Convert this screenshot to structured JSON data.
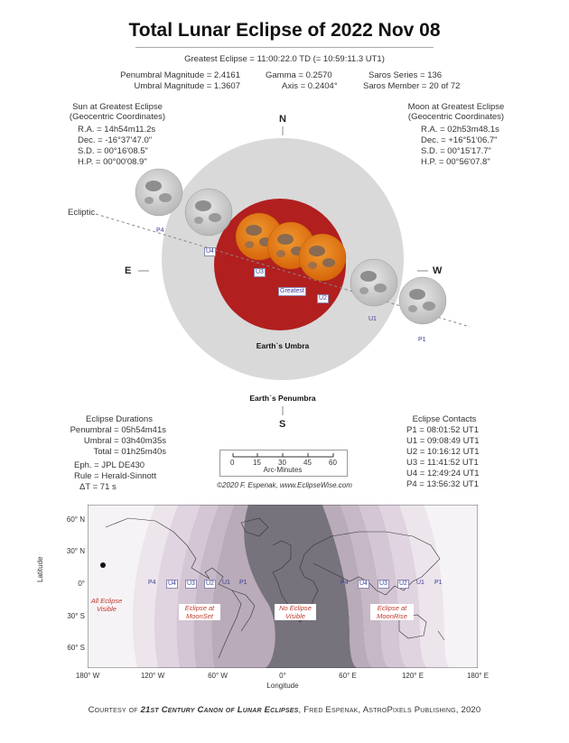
{
  "title": "Total Lunar Eclipse of  2022 Nov 08",
  "greatest_eclipse": "Greatest Eclipse =  11:00:22.0 TD    (= 10:59:11.3 UT1)",
  "params": {
    "penumbral_magnitude": "Penumbral Magnitude = 2.4161",
    "umbral_magnitude": "Umbral Magnitude = 1.3607",
    "gamma": "Gamma = 0.2570",
    "axis": "Axis = 0.2404°",
    "saros_series": "Saros Series = 136",
    "saros_member": "Saros Member = 20 of 72"
  },
  "sun": {
    "heading": "Sun at Greatest Eclipse",
    "sub": "(Geocentric Coordinates)",
    "rows": [
      "R.A. =  14h54m11.2s",
      "Dec. = -16°37'47.0\"",
      "S.D. =  00°16'08.5\"",
      "H.P. =  00°00'08.9\""
    ]
  },
  "moon": {
    "heading": "Moon at Greatest Eclipse",
    "sub": "(Geocentric Coordinates)",
    "rows": [
      "R.A. =  02h53m48.1s",
      "Dec. = +16°51'06.7\"",
      "S.D. =  00°15'17.7\"",
      "H.P. =  00°56'07.8\""
    ]
  },
  "compass": {
    "n": "N",
    "s": "S",
    "e": "E",
    "w": "W"
  },
  "diagram_labels": {
    "ecliptic": "Ecliptic",
    "umbra": "Earth`s Umbra",
    "penumbra": "Earth`s Penumbra",
    "greatest": "Greatest",
    "p4": "P4",
    "u4": "U4",
    "u3": "U3",
    "u2": "U2",
    "u1": "U1",
    "p1": "P1"
  },
  "durations": {
    "heading": "Eclipse Durations",
    "rows": [
      "Penumbral = 05h54m41s",
      "Umbral = 03h40m35s",
      "Total = 01h25m40s"
    ]
  },
  "ephemeris": {
    "eph": "Eph. = JPL DE430",
    "rule": "Rule = Herald-Sinnott",
    "dt": "ΔT =      71 s"
  },
  "scale": {
    "ticks": [
      "0",
      "15",
      "30",
      "45",
      "60"
    ],
    "label": "Arc-Minutes"
  },
  "copyright": "©2020  F. Espenak, www.EclipseWise.com",
  "contacts": {
    "heading": "Eclipse Contacts",
    "rows": [
      "P1 = 08:01:52 UT1",
      "U1 = 09:08:49 UT1",
      "U2 = 10:16:12 UT1",
      "U3 = 11:41:52 UT1",
      "U4 = 12:49:24 UT1",
      "P4 = 13:56:32 UT1"
    ]
  },
  "map": {
    "lat_label": "Latitude",
    "lon_label": "Longitude",
    "lat_ticks": [
      "60° N",
      "30° N",
      "0°",
      "30° S",
      "60° S"
    ],
    "lon_ticks": [
      "180° W",
      "120° W",
      "60° W",
      "0°",
      "60° E",
      "120° E",
      "180° E"
    ],
    "curves_left": [
      "P4",
      "U4",
      "U3",
      "U2",
      "U1",
      "P1"
    ],
    "curves_right": [
      "P4",
      "U4",
      "U3",
      "U2",
      "U1",
      "P1"
    ],
    "note_all": [
      "All Eclipse",
      "Visible"
    ],
    "note_moonset": [
      "Eclipse at",
      "MoonSet"
    ],
    "note_none": [
      "No Eclipse",
      "Visible"
    ],
    "note_moonrise": [
      "Eclipse at",
      "MoonRise"
    ]
  },
  "credit": {
    "prefix": "Courtesy of ",
    "book": "21st Century Canon of Lunar Eclipses",
    "suffix": ", Fred Espenak, AstroPixels Publishing, 2020"
  },
  "colors": {
    "umbra": "#b21f1f",
    "penumbra": "#d9d9d9",
    "moon_eclipsed": "#e07a12",
    "night": "#77737c"
  }
}
